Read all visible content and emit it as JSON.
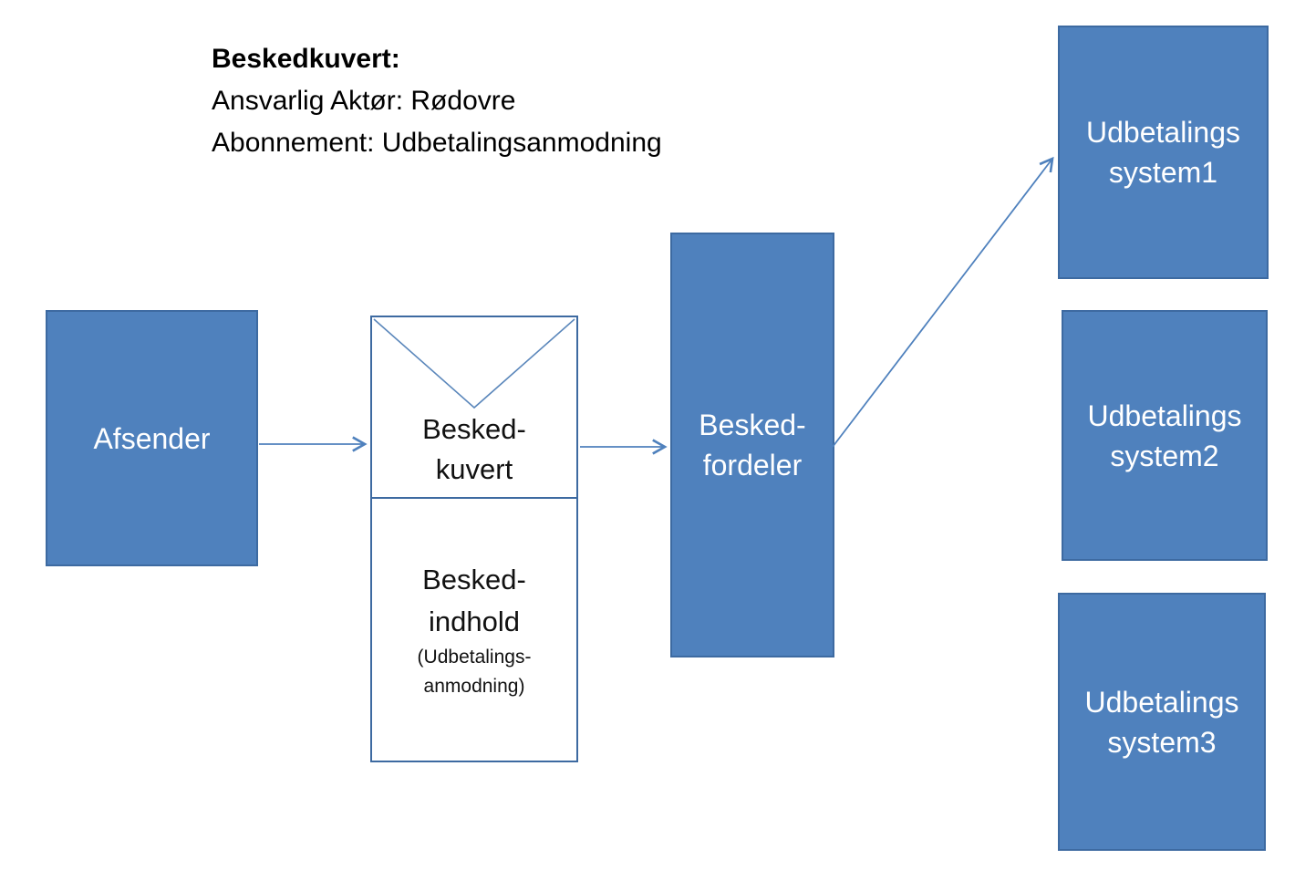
{
  "colors": {
    "box_fill": "#4f81bd",
    "box_border": "#3d6aa1",
    "connector_line": "#4f81bd",
    "text_on_box": "#ffffff",
    "text_dark": "#000000",
    "background": "#ffffff"
  },
  "annotation": {
    "title": "Beskedkuvert:",
    "line1": "Ansvarlig Aktør: Rødovre",
    "line2": "Abonnement: Udbetalingsanmodning"
  },
  "nodes": {
    "afsender": {
      "label": "Afsender"
    },
    "besked_kuvert": {
      "line1": "Besked-",
      "line2": "kuvert"
    },
    "besked_indhold": {
      "line1": "Besked-",
      "line2": "indhold",
      "sub1": "(Udbetalings-",
      "sub2": "anmodning)"
    },
    "besked_fordeler": {
      "line1": "Besked-",
      "line2": "fordeler"
    },
    "system1": {
      "line1": "Udbetalings",
      "line2": "system1"
    },
    "system2": {
      "line1": "Udbetalings",
      "line2": "system2"
    },
    "system3": {
      "line1": "Udbetalings",
      "line2": "system3"
    }
  }
}
